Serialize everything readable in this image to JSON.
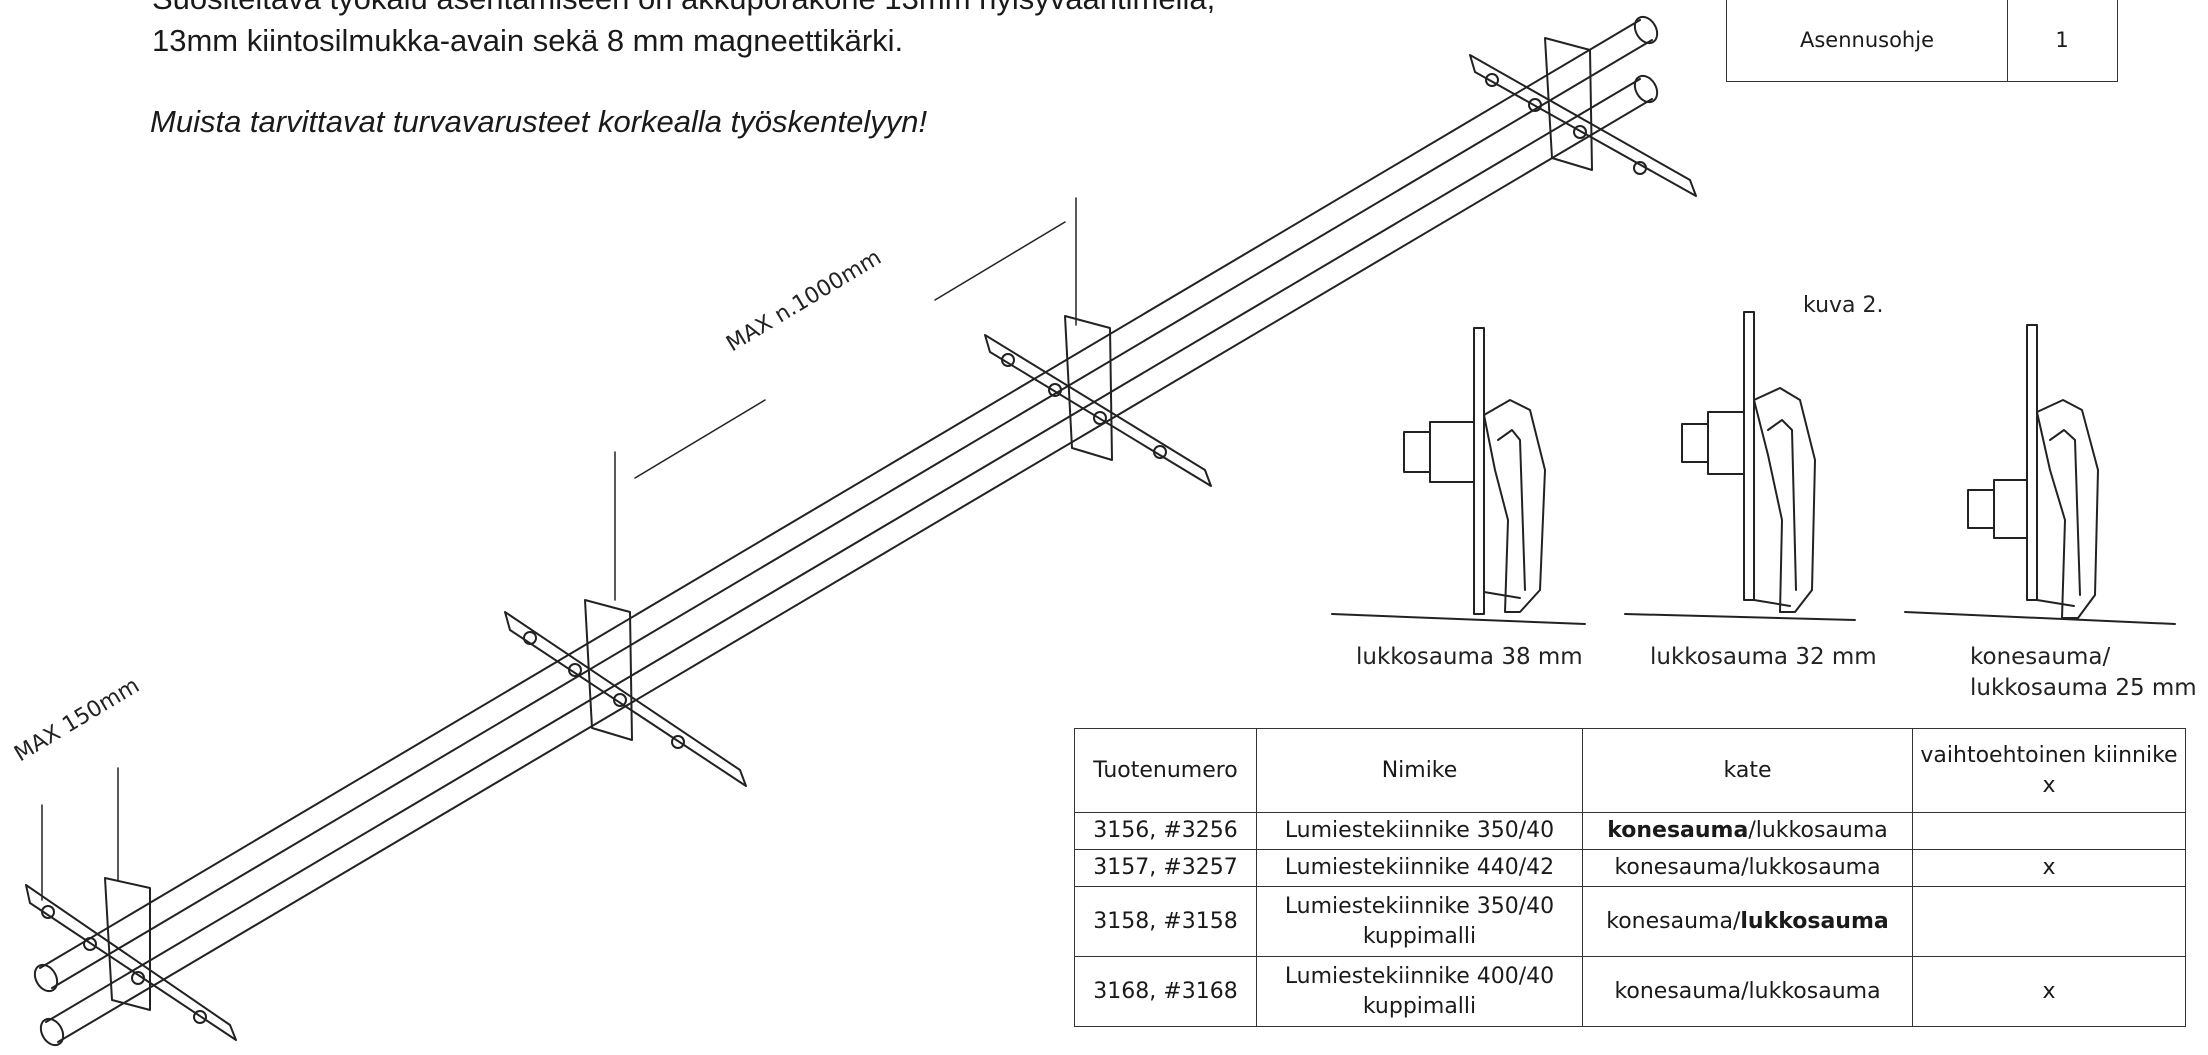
{
  "intro": {
    "line1": "Suositeltava työkalu asentamiseen on akkuporakone 13mm hylsyväantimella,",
    "line2": "13mm kiintosilmukka-avain sekä 8 mm magneettikärki."
  },
  "warning": "Muista tarvittavat turvavarusteet korkealla työskentelyyn!",
  "doc_box": {
    "title": "Asennusohje",
    "page": "1"
  },
  "dimensions": {
    "max_spacing": "MAX n.1000mm",
    "max_edge": "MAX 150mm"
  },
  "figure": {
    "label": "kuva 2.",
    "captions": {
      "a": "lukkosauma 38 mm",
      "b": "lukkosauma 32 mm",
      "c1": "konesauma/",
      "c2": "lukkosauma 25 mm"
    }
  },
  "table": {
    "headers": [
      "Tuotenumero",
      "Nimike",
      "kate",
      "vaihtoehtoinen kiinnike x"
    ],
    "rows": [
      {
        "code": "3156, #3256",
        "name": "Lumiestekiinnike 350/40",
        "name2": "",
        "kate_bold": "konesauma",
        "kate_rest": "/lukkosauma",
        "alt": ""
      },
      {
        "code": "3157, #3257",
        "name": "Lumiestekiinnike 440/42",
        "name2": "",
        "kate": "konesauma/lukkosauma",
        "alt": "x"
      },
      {
        "code": "3158, #3158",
        "name": "Lumiestekiinnike 350/40",
        "name2": "kuppimalli",
        "kate_rest": "konesauma/",
        "kate_bold": "lukkosauma",
        "alt": ""
      },
      {
        "code": "3168, #3168",
        "name": "Lumiestekiinnike 400/40",
        "name2": "kuppimalli",
        "kate": "konesauma/lukkosauma",
        "alt": "x"
      }
    ]
  }
}
